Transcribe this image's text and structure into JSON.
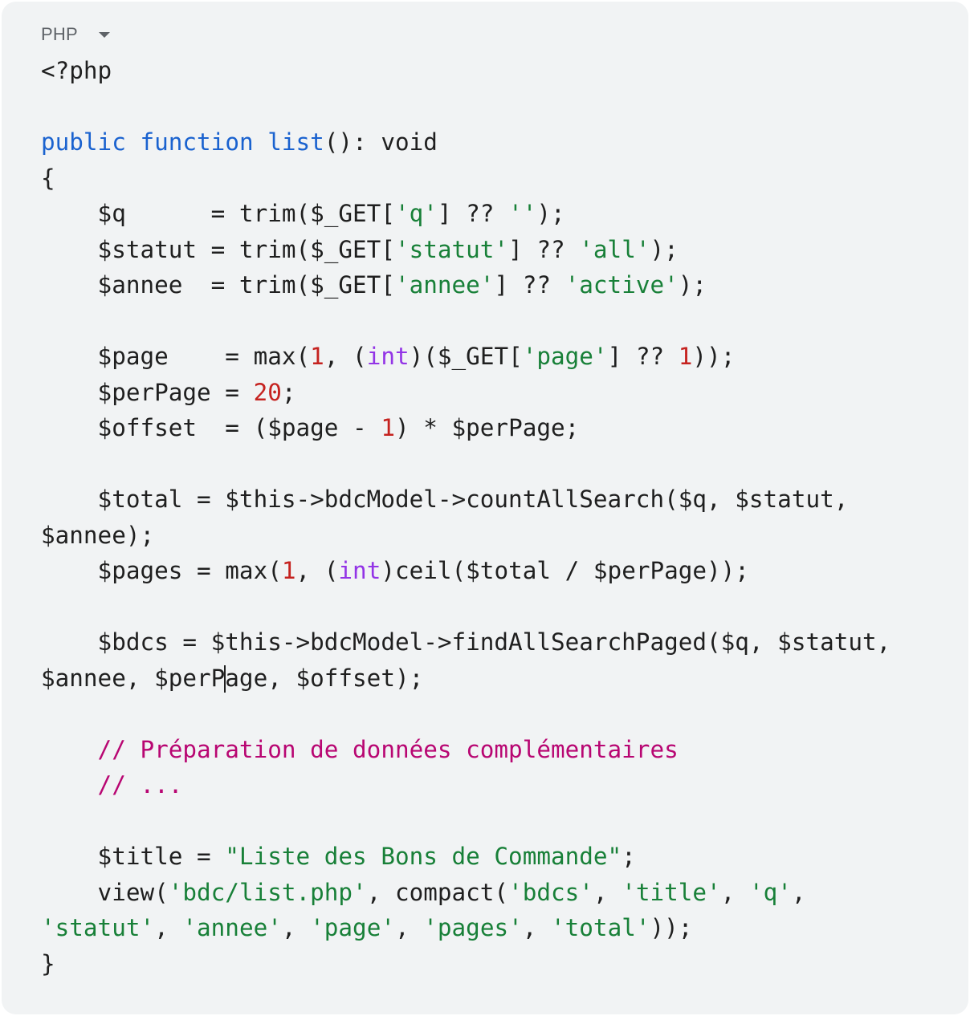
{
  "language_selector": {
    "label": "PHP",
    "icon": "caret-down-icon"
  },
  "colors": {
    "background": "#f1f3f4",
    "keyword": "#1a62cf",
    "string": "#188038",
    "number": "#c5221f",
    "type_cast": "#9334e6",
    "comment": "#b80672",
    "default_text": "#1f1f1f"
  },
  "code": {
    "lines": [
      [
        {
          "t": "plain",
          "v": "<?php"
        }
      ],
      [],
      [
        {
          "t": "kw",
          "v": "public"
        },
        {
          "t": "plain",
          "v": " "
        },
        {
          "t": "kw",
          "v": "function"
        },
        {
          "t": "plain",
          "v": " "
        },
        {
          "t": "kw",
          "v": "list"
        },
        {
          "t": "plain",
          "v": "(): void"
        }
      ],
      [
        {
          "t": "plain",
          "v": "{"
        }
      ],
      [
        {
          "t": "plain",
          "v": "    $q      = trim($_GET["
        },
        {
          "t": "str",
          "v": "'q'"
        },
        {
          "t": "plain",
          "v": "] ?? "
        },
        {
          "t": "str",
          "v": "''"
        },
        {
          "t": "plain",
          "v": ");"
        }
      ],
      [
        {
          "t": "plain",
          "v": "    $statut = trim($_GET["
        },
        {
          "t": "str",
          "v": "'statut'"
        },
        {
          "t": "plain",
          "v": "] ?? "
        },
        {
          "t": "str",
          "v": "'all'"
        },
        {
          "t": "plain",
          "v": ");"
        }
      ],
      [
        {
          "t": "plain",
          "v": "    $annee  = trim($_GET["
        },
        {
          "t": "str",
          "v": "'annee'"
        },
        {
          "t": "plain",
          "v": "] ?? "
        },
        {
          "t": "str",
          "v": "'active'"
        },
        {
          "t": "plain",
          "v": ");"
        }
      ],
      [],
      [
        {
          "t": "plain",
          "v": "    $page    = max("
        },
        {
          "t": "num",
          "v": "1"
        },
        {
          "t": "plain",
          "v": ", ("
        },
        {
          "t": "type",
          "v": "int"
        },
        {
          "t": "plain",
          "v": ")($_GET["
        },
        {
          "t": "str",
          "v": "'page'"
        },
        {
          "t": "plain",
          "v": "] ?? "
        },
        {
          "t": "num",
          "v": "1"
        },
        {
          "t": "plain",
          "v": "));"
        }
      ],
      [
        {
          "t": "plain",
          "v": "    $perPage = "
        },
        {
          "t": "num",
          "v": "20"
        },
        {
          "t": "plain",
          "v": ";"
        }
      ],
      [
        {
          "t": "plain",
          "v": "    $offset  = ($page - "
        },
        {
          "t": "num",
          "v": "1"
        },
        {
          "t": "plain",
          "v": ") * $perPage;"
        }
      ],
      [],
      [
        {
          "t": "plain",
          "v": "    $total = $this->bdcModel->countAllSearch($q, $statut,"
        }
      ],
      [
        {
          "t": "plain",
          "v": "$annee);"
        }
      ],
      [
        {
          "t": "plain",
          "v": "    $pages = max("
        },
        {
          "t": "num",
          "v": "1"
        },
        {
          "t": "plain",
          "v": ", ("
        },
        {
          "t": "type",
          "v": "int"
        },
        {
          "t": "plain",
          "v": ")ceil($total / $perPage));"
        }
      ],
      [],
      [
        {
          "t": "plain",
          "v": "    $bdcs = $this->bdcModel->findAllSearchPaged($q, $statut,"
        }
      ],
      [
        {
          "t": "plain",
          "v": "$annee, $perP"
        },
        {
          "t": "cursor",
          "v": ""
        },
        {
          "t": "plain",
          "v": "age, $offset);"
        }
      ],
      [],
      [
        {
          "t": "cmt",
          "v": "    // Préparation de données complémentaires"
        }
      ],
      [
        {
          "t": "cmt",
          "v": "    // ..."
        }
      ],
      [],
      [
        {
          "t": "plain",
          "v": "    $title = "
        },
        {
          "t": "str",
          "v": "\"Liste des Bons de Commande\""
        },
        {
          "t": "plain",
          "v": ";"
        }
      ],
      [
        {
          "t": "plain",
          "v": "    view("
        },
        {
          "t": "str",
          "v": "'bdc/list.php'"
        },
        {
          "t": "plain",
          "v": ", compact("
        },
        {
          "t": "str",
          "v": "'bdcs'"
        },
        {
          "t": "plain",
          "v": ", "
        },
        {
          "t": "str",
          "v": "'title'"
        },
        {
          "t": "plain",
          "v": ", "
        },
        {
          "t": "str",
          "v": "'q'"
        },
        {
          "t": "plain",
          "v": ","
        }
      ],
      [
        {
          "t": "str",
          "v": "'statut'"
        },
        {
          "t": "plain",
          "v": ", "
        },
        {
          "t": "str",
          "v": "'annee'"
        },
        {
          "t": "plain",
          "v": ", "
        },
        {
          "t": "str",
          "v": "'page'"
        },
        {
          "t": "plain",
          "v": ", "
        },
        {
          "t": "str",
          "v": "'pages'"
        },
        {
          "t": "plain",
          "v": ", "
        },
        {
          "t": "str",
          "v": "'total'"
        },
        {
          "t": "plain",
          "v": "));"
        }
      ],
      [
        {
          "t": "plain",
          "v": "}"
        }
      ]
    ]
  }
}
